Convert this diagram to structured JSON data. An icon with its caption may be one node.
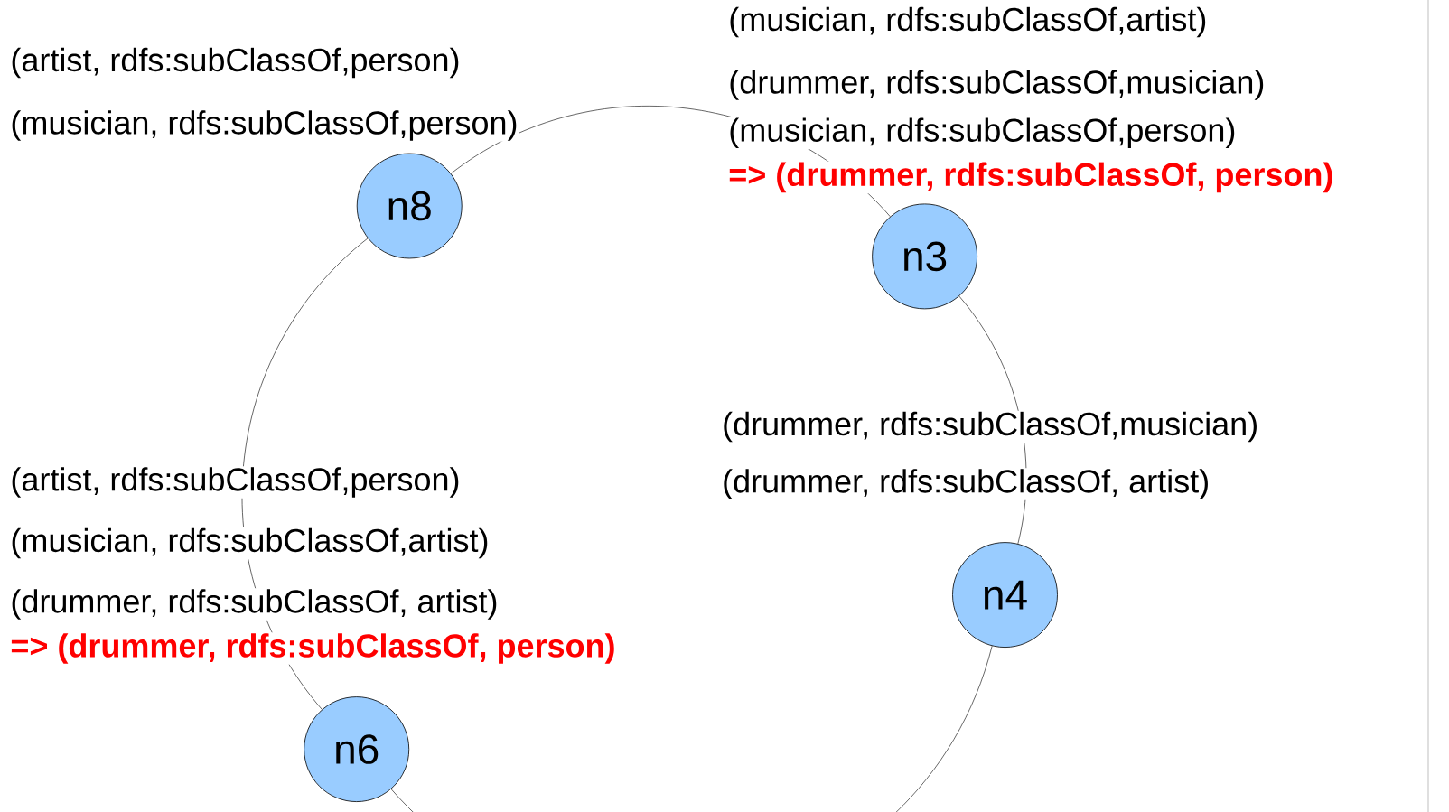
{
  "diagram": {
    "nodes": [
      {
        "text": [
          "n8"
        ],
        "beside": [
          "(artist, rdfs:subClassOf,person)",
          "(musician, rdfs:subClassOf,person)"
        ]
      },
      {
        "text": [
          "n3"
        ],
        "beside": [
          "(musician, rdfs:subClassOf,artist)",
          "(drummer, rdfs:subClassOf,musician)",
          "(musician, rdfs:subClassOf,person)",
          "=> (drummer, rdfs:subClassOf, person)"
        ]
      },
      {
        "text": [
          "n4"
        ],
        "beside": [
          "(drummer, rdfs:subClassOf,musician)",
          "(drummer, rdfs:subClassOf, artist)"
        ]
      },
      {
        "text": [
          "n6"
        ],
        "beside": [
          "(artist, rdfs:subClassOf,person)",
          "(musician, rdfs:subClassOf,artist)",
          "(drummer, rdfs:subClassOf, artist)",
          "=> (drummer, rdfs:subClassOf, person)"
        ]
      }
    ],
    "edges": [
      {
        "from": 0,
        "to": 1,
        "arrow": "none"
      },
      {
        "from": 1,
        "to": 2,
        "arrow": "none"
      },
      {
        "from": 2,
        "to": 3,
        "arrow": "none"
      },
      {
        "from": 3,
        "to": 0,
        "arrow": "none"
      }
    ]
  }
}
